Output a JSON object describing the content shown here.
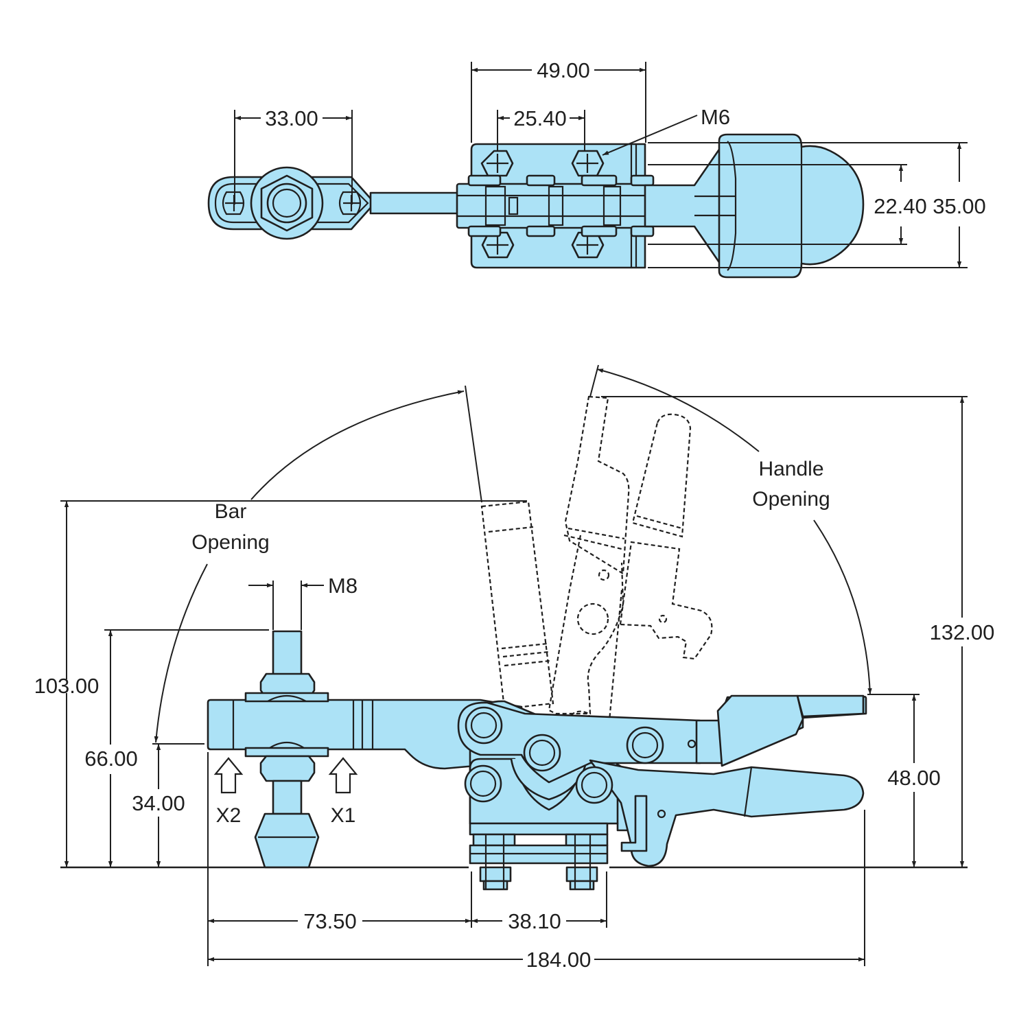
{
  "top_view": {
    "dim_bar_slot": "33.00",
    "dim_base_width": "49.00",
    "dim_hole_spacing": "25.40",
    "label_screw": "M6",
    "dim_handle_inner": "22.40",
    "dim_handle_outer": "35.00"
  },
  "side_view": {
    "label_bar_opening_line1": "Bar",
    "label_bar_opening_line2": "Opening",
    "label_handle_opening_line1": "Handle",
    "label_handle_opening_line2": "Opening",
    "label_spindle_thread": "M8",
    "dim_bar_height": "103.00",
    "dim_spindle_top": "66.00",
    "dim_bar_bottom": "34.00",
    "dim_total_height": "132.00",
    "dim_handle_height": "48.00",
    "dim_spindle_to_base": "73.50",
    "dim_base_hole_spacing": "38.10",
    "dim_total_length": "184.00",
    "label_x1": "X1",
    "label_x2": "X2"
  },
  "colors": {
    "part_fill": "#ace2f6",
    "line": "#1f1f1f"
  }
}
